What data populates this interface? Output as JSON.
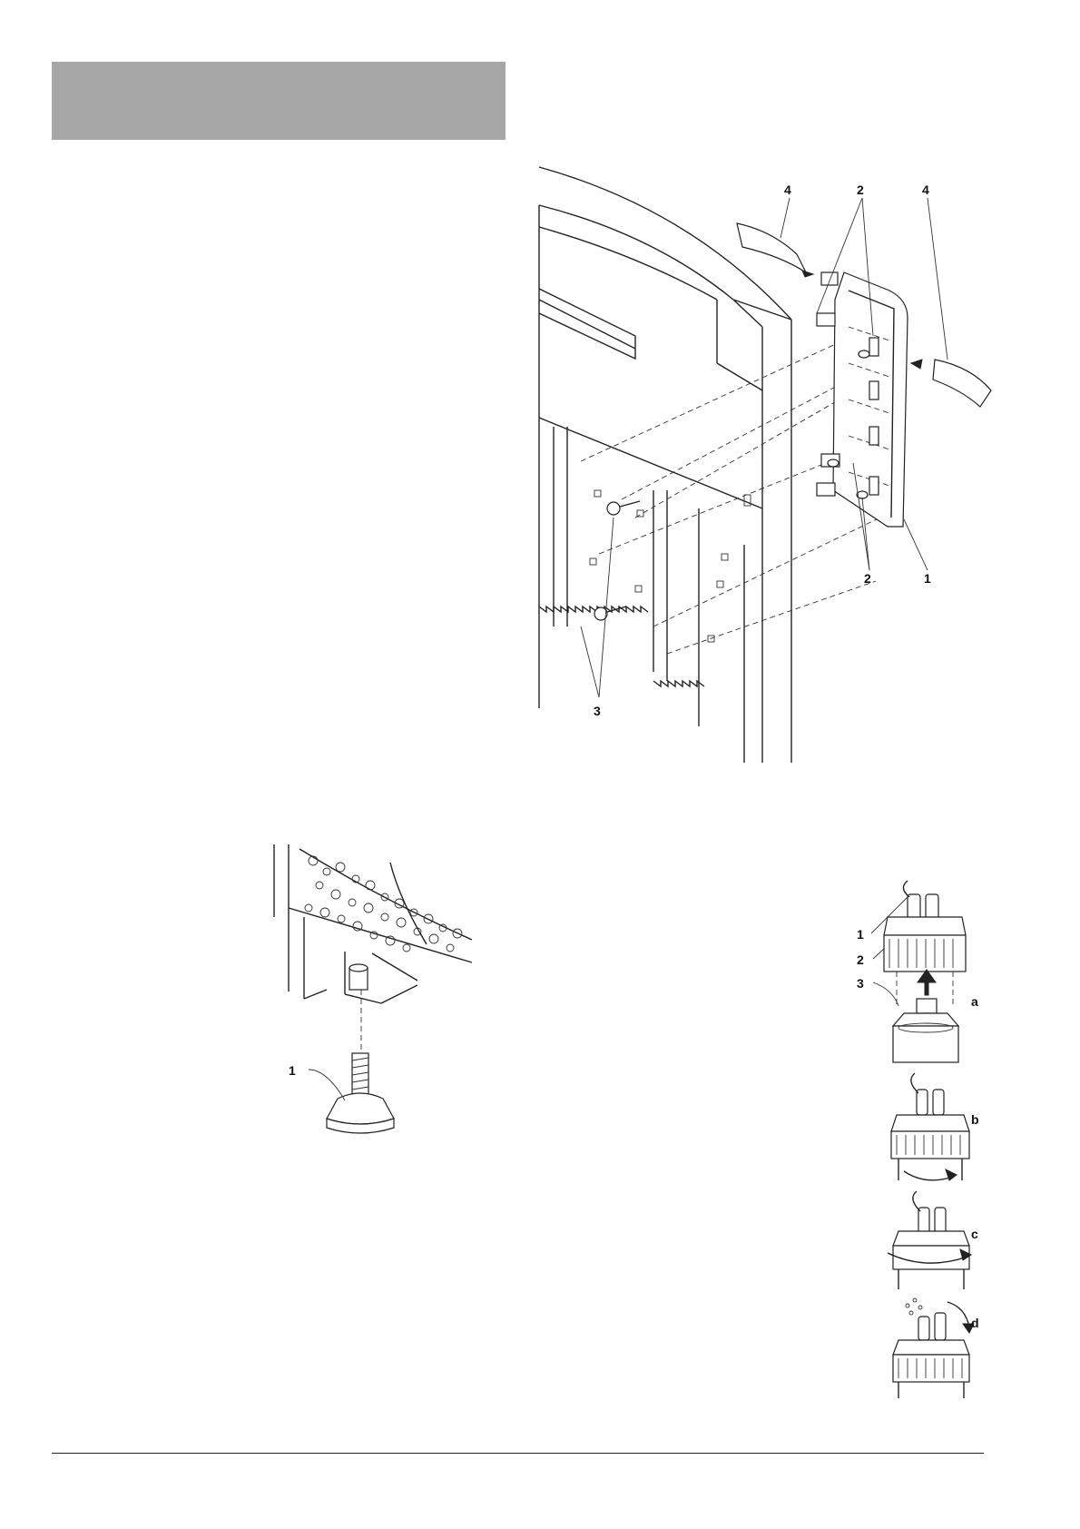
{
  "header": {
    "bar_color": "#a6a6a6"
  },
  "figures": {
    "panel_assembly": {
      "icons": [
        "aquarium-panel-illustration"
      ],
      "callouts": {
        "c4a": "4",
        "c2a": "2",
        "c4b": "4",
        "c2b": "2",
        "c1": "1",
        "c3": "3"
      }
    },
    "leveling_foot": {
      "icons": [
        "leveling-foot-illustration"
      ],
      "callouts": {
        "c1": "1"
      }
    },
    "filter_steps": {
      "icons": [
        "filter-connector-illustration"
      ],
      "callouts": {
        "c1": "1",
        "c2": "2",
        "c3": "3",
        "a": "a",
        "b": "b",
        "c": "c",
        "d": "d"
      }
    }
  }
}
